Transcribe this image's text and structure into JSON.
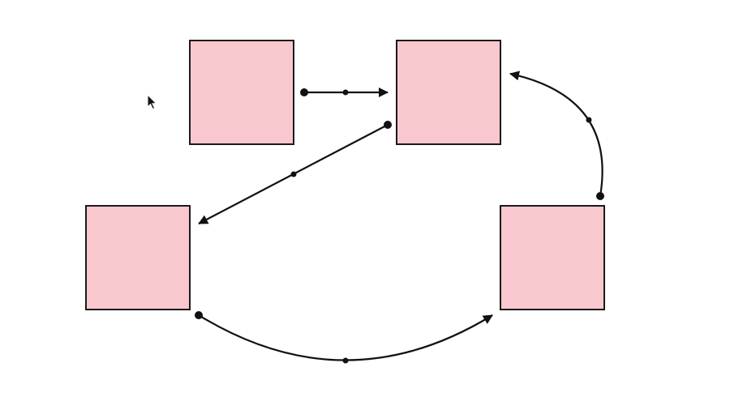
{
  "diagram": {
    "background": "#ffffff",
    "node_fill": "#f9c8ce",
    "node_stroke": "#1a1a1a",
    "edge_color": "#111111",
    "nodes": [
      {
        "id": "node-top-left",
        "label": ""
      },
      {
        "id": "node-top-right",
        "label": ""
      },
      {
        "id": "node-bottom-left",
        "label": ""
      },
      {
        "id": "node-bottom-right",
        "label": ""
      }
    ],
    "edges": [
      {
        "id": "edge-top-left-to-top-right",
        "from": "node-top-left",
        "to": "node-top-right",
        "style": "straight"
      },
      {
        "id": "edge-top-right-to-bottom-left",
        "from": "node-top-right",
        "to": "node-bottom-left",
        "style": "straight"
      },
      {
        "id": "edge-bottom-left-to-bottom-right",
        "from": "node-bottom-left",
        "to": "node-bottom-right",
        "style": "curved"
      },
      {
        "id": "edge-bottom-right-to-top-right",
        "from": "node-bottom-right",
        "to": "node-top-right",
        "style": "curved"
      }
    ]
  },
  "cursor": {
    "icon": "mouse-pointer-icon"
  }
}
